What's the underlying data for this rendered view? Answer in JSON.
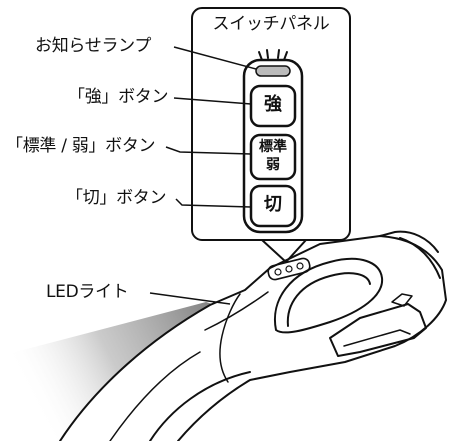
{
  "panel": {
    "title": "スイッチパネル"
  },
  "callouts": {
    "lamp": "お知らせランプ",
    "strong": "「強」ボタン",
    "standard_weak": "「標準 / 弱」ボタン",
    "off": "「切」ボタン",
    "led": "LEDライト"
  },
  "buttons": {
    "strong": "強",
    "standard_line1": "標準",
    "standard_line2": "弱",
    "off": "切"
  }
}
